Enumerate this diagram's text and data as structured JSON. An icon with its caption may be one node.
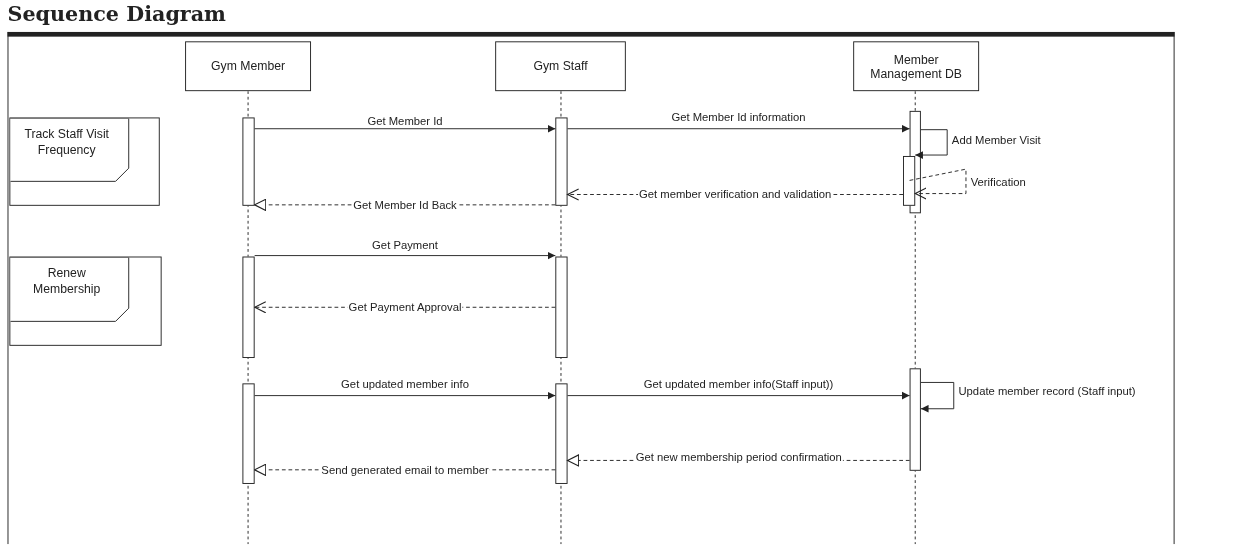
{
  "diagram": {
    "title": "Sequence Diagram",
    "nodes": [
      {
        "text": [
          "Gym Member"
        ]
      },
      {
        "text": [
          "Gym Staff"
        ]
      },
      {
        "text": [
          "Member Management DB"
        ]
      },
      {
        "text": [
          "Track Staff Visit Frequency"
        ]
      },
      {
        "text": [
          "Renew Membership"
        ]
      },
      {
        "text": [],
        "shape": "bar"
      },
      {
        "text": [],
        "shape": "bar"
      },
      {
        "text": [],
        "shape": "bar"
      },
      {
        "text": [],
        "shape": "bar"
      },
      {
        "text": [],
        "shape": "bar"
      },
      {
        "text": [],
        "shape": "bar"
      },
      {
        "text": [],
        "shape": "bar"
      },
      {
        "text": [],
        "shape": "bar"
      },
      {
        "text": [],
        "shape": "bar"
      }
    ],
    "edges": [
      {
        "from": 5,
        "to": 6,
        "arrow": "to",
        "label": "Get Member Id"
      },
      {
        "from": 6,
        "to": 7,
        "arrow": "to",
        "label": "Get Member Id information"
      },
      {
        "from": 7,
        "to": 8,
        "arrow": "to",
        "label": "Add Member Visit"
      },
      {
        "from": 8,
        "to": 8,
        "arrow": "to",
        "label": "Verification",
        "style": "dashed"
      },
      {
        "from": 8,
        "to": 6,
        "arrow": "to",
        "label": "Get member verification and validation",
        "style": "dashed"
      },
      {
        "from": 6,
        "to": 5,
        "arrow": "to",
        "label": "Get Member Id Back",
        "style": "dashed"
      },
      {
        "from": 9,
        "to": 10,
        "arrow": "to",
        "label": "Get Payment"
      },
      {
        "from": 10,
        "to": 9,
        "arrow": "to",
        "label": "Get Payment Approval",
        "style": "dashed"
      },
      {
        "from": 11,
        "to": 12,
        "arrow": "to",
        "label": "Get updated member info"
      },
      {
        "from": 12,
        "to": 13,
        "arrow": "to",
        "label": "Get updated member info(Staff input))"
      },
      {
        "from": 13,
        "to": 13,
        "arrow": "to",
        "label": "Update member record (Staff input)"
      },
      {
        "from": 13,
        "to": 12,
        "arrow": "to",
        "label": "Get new membership period confirmation",
        "style": "dashed"
      },
      {
        "from": 12,
        "to": 11,
        "arrow": "to",
        "label": "Send generated email to member",
        "style": "dashed"
      }
    ]
  }
}
